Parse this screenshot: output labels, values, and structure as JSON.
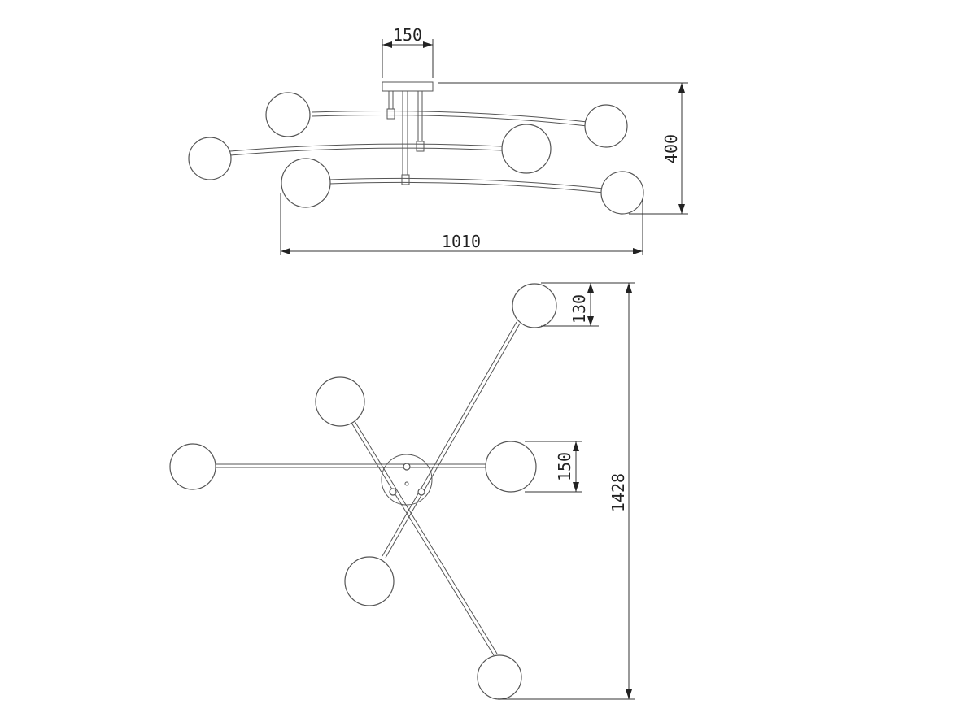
{
  "side_view": {
    "canopy_width": "150",
    "height": "400",
    "width": "1010"
  },
  "top_view": {
    "globe_diameter": "130",
    "canopy_diameter": "150",
    "total_span": "1428"
  }
}
